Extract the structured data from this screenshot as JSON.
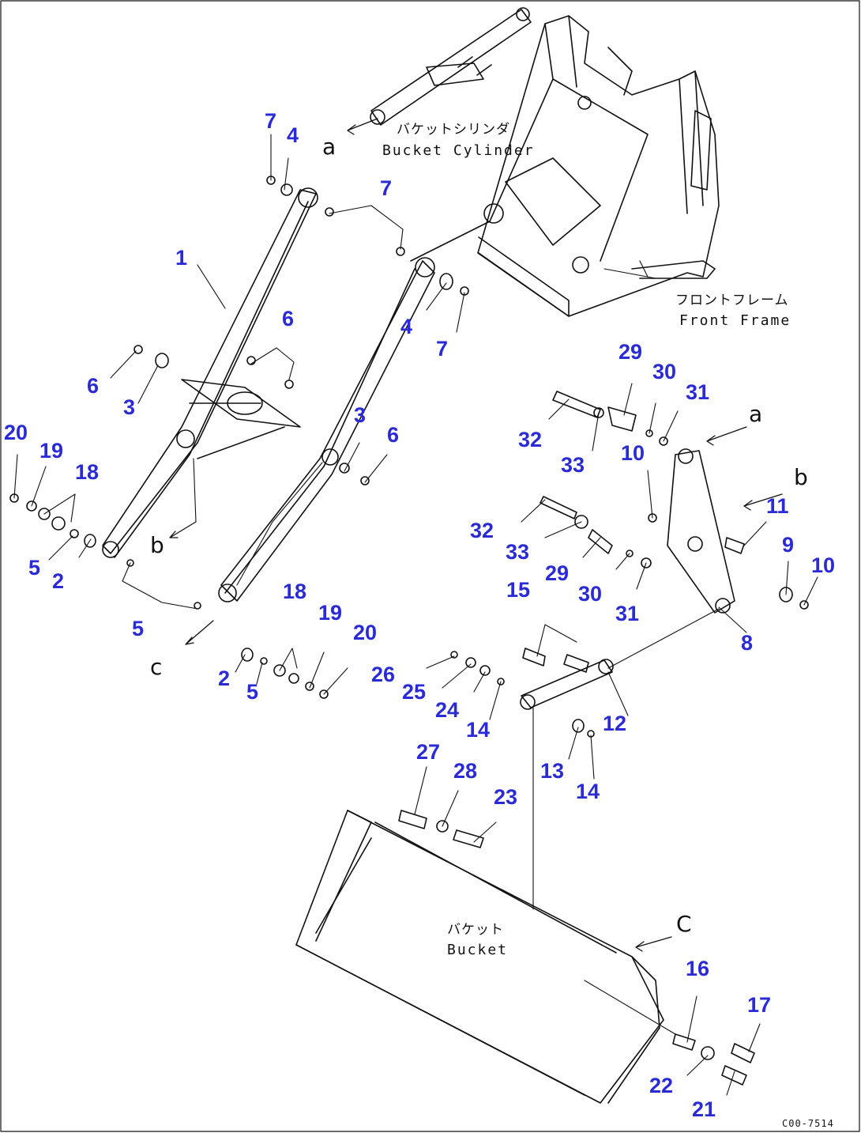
{
  "labels": {
    "bucket_cylinder_jp": "バケットシリンダ",
    "bucket_cylinder_en": "Bucket Cylinder",
    "front_frame_jp": "フロントフレーム",
    "front_frame_en": "Front Frame",
    "bucket_jp": "バケット",
    "bucket_en": "Bucket",
    "ref_a_1": "a",
    "ref_a_2": "a",
    "ref_b_1": "b",
    "ref_b_2": "b",
    "ref_c_1": "c",
    "ref_c_2": "C",
    "drawing_code": "C00-7514"
  },
  "callouts": [
    "1",
    "2",
    "2",
    "3",
    "3",
    "4",
    "4",
    "5",
    "5",
    "5",
    "6",
    "6",
    "6",
    "7",
    "7",
    "7",
    "8",
    "9",
    "10",
    "10",
    "11",
    "12",
    "13",
    "14",
    "14",
    "15",
    "16",
    "17",
    "18",
    "18",
    "19",
    "19",
    "20",
    "20",
    "21",
    "22",
    "23",
    "24",
    "25",
    "26",
    "27",
    "28",
    "29",
    "29",
    "30",
    "30",
    "31",
    "31",
    "32",
    "32",
    "33",
    "33"
  ]
}
